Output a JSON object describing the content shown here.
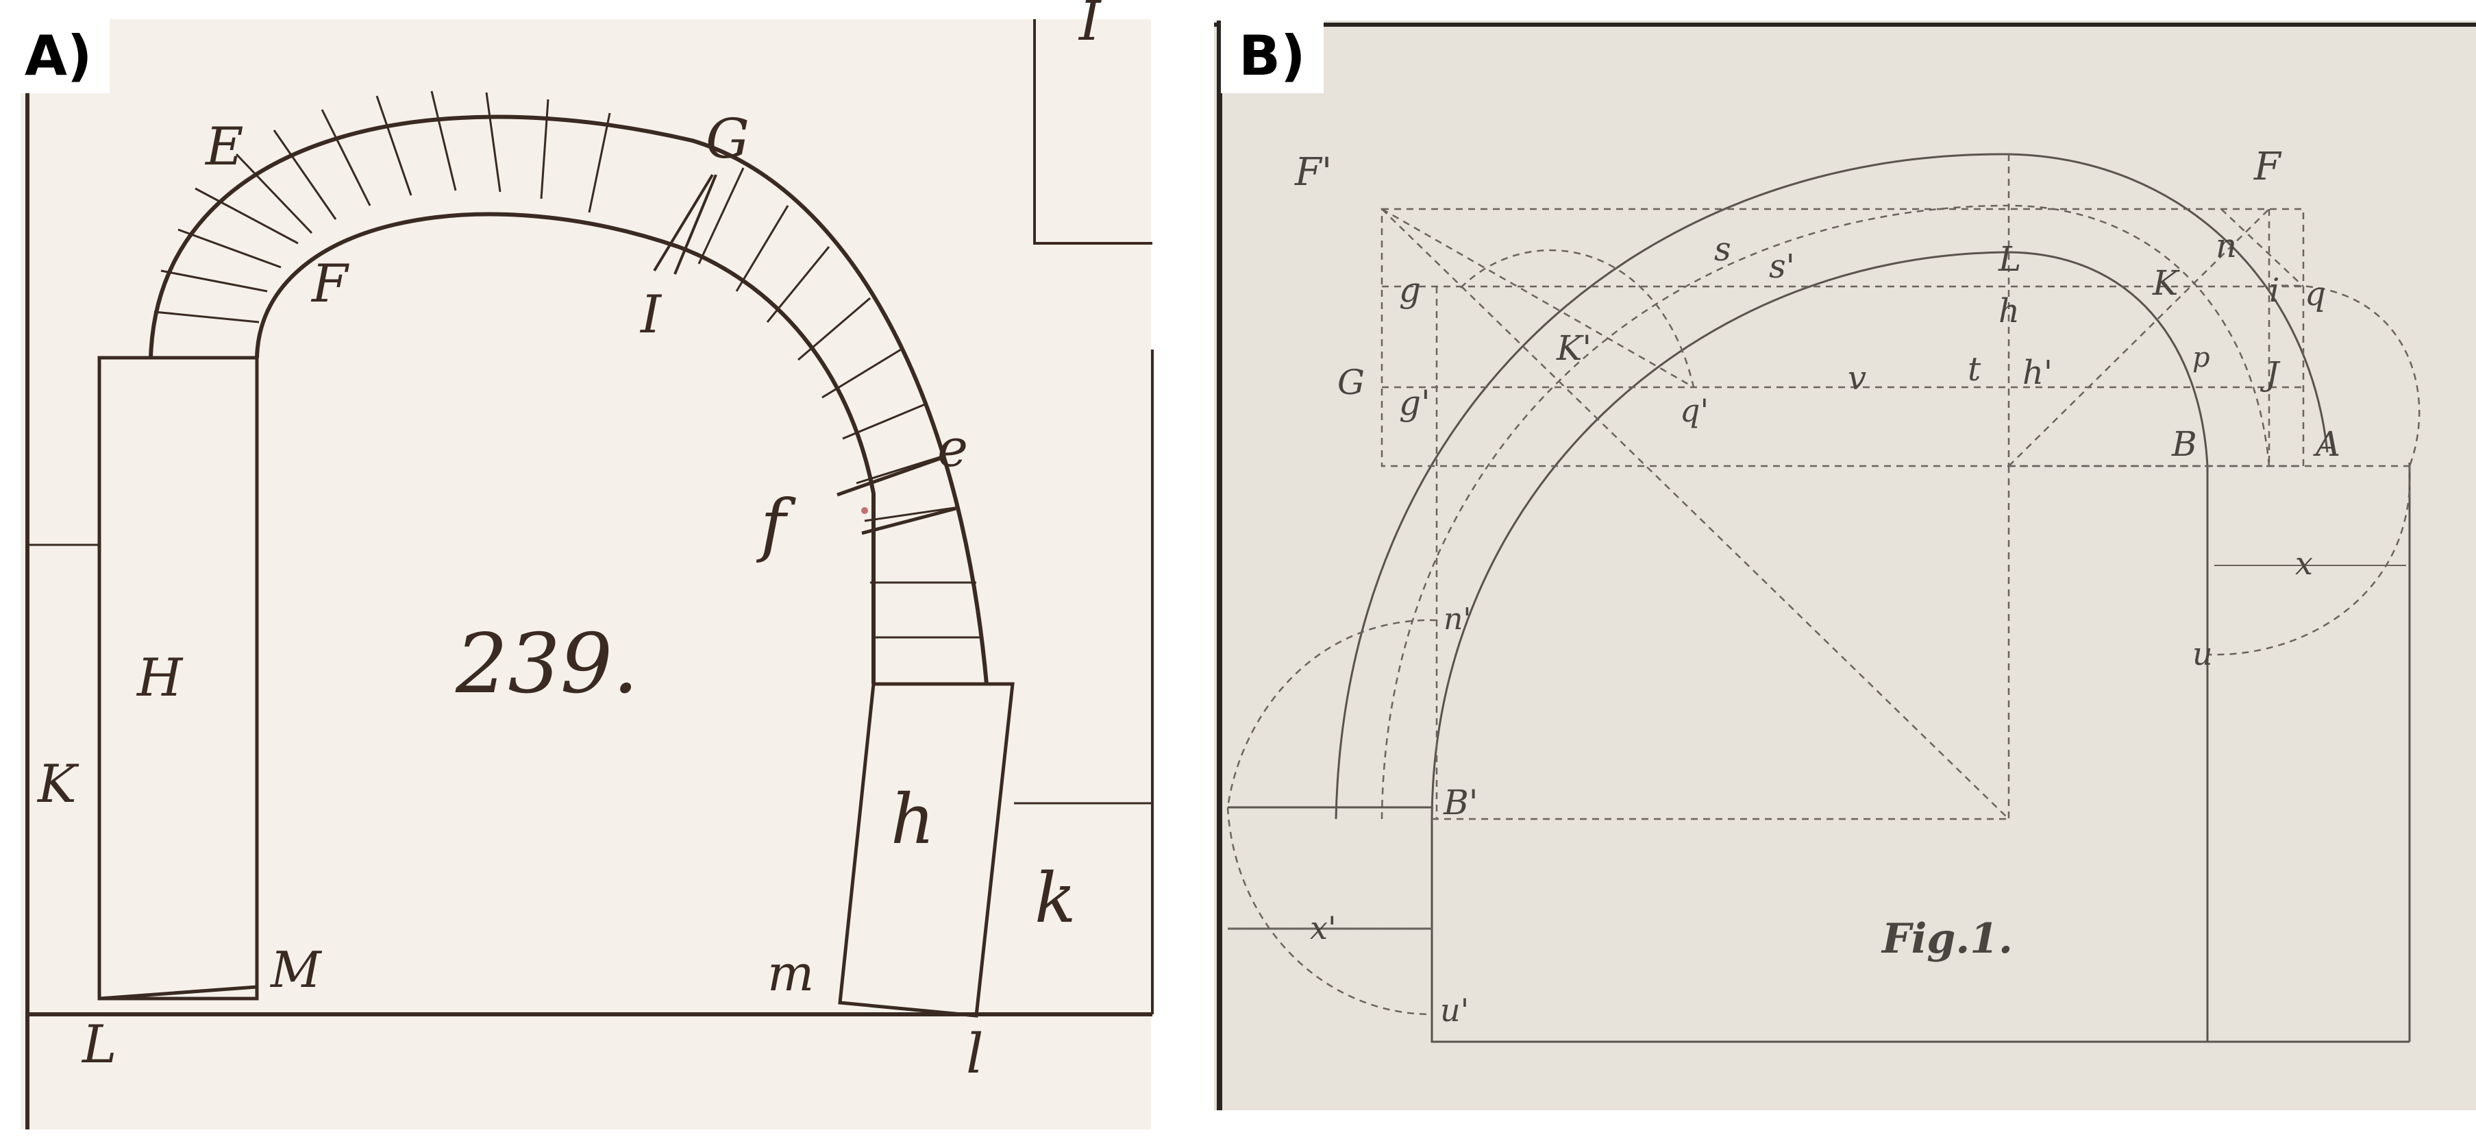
{
  "panel_a": {
    "label": "A)",
    "corner_text": "I",
    "number": "239.",
    "letters": {
      "E": "E",
      "G": "G",
      "F": "F",
      "I": "I",
      "e": "e",
      "f": "f",
      "H": "H",
      "K": "K",
      "h": "h",
      "k": "k",
      "M": "M",
      "L": "L",
      "m": "m",
      "l": "l"
    }
  },
  "panel_b": {
    "label": "B)",
    "caption": "Fig.1.",
    "letters": {
      "Fp": "F'",
      "F": "F",
      "s": "s",
      "sp": "s'",
      "L": "L",
      "n": "n",
      "g": "g",
      "Kp": "K'",
      "h": "h",
      "K": "K",
      "i": "i",
      "q": "q",
      "G": "G",
      "gp": "g'",
      "qp": "q'",
      "v": "v",
      "t": "t",
      "hp": "h'",
      "p": "p",
      "J": "J",
      "B": "B",
      "A": "A",
      "x": "x",
      "u": "u",
      "np": "n'",
      "Bp": "B'",
      "xp": "x'",
      "up": "u'"
    }
  },
  "colors": {
    "ink_a": "#3a2a22",
    "paper_a": "#f5f1ea",
    "ink_b": "#4a4540",
    "paper_b": "#e7e2da"
  }
}
